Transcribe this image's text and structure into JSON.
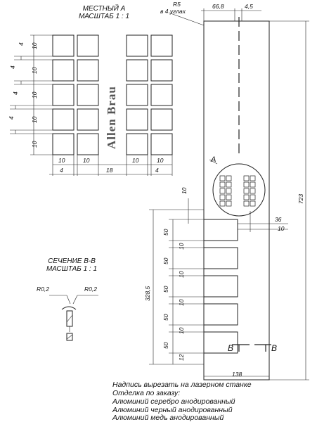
{
  "view_a": {
    "title_line1": "МЕСТНЫЙ А",
    "title_line2": "МАСШТАБ 1 : 1",
    "logo_text": "Allen Brau"
  },
  "section_bb": {
    "title_line1": "СЕЧЕНИЕ В-В",
    "title_line2": "МАСШТАБ 1 : 1",
    "radius_left": "R0,2",
    "radius_right": "R0,2"
  },
  "dimensions": {
    "corner_radius": "R5",
    "corner_note": "в 4 углах",
    "top_width": "66,8",
    "slot_width": "4,5",
    "height_total": "723",
    "offset_right": "36",
    "gap_right": "10",
    "gap_top": "10",
    "box_height": "50",
    "box_gap": "10",
    "bottom_gap": "12",
    "group_height": "328,5",
    "group_width": "138",
    "grid_cell": "10",
    "grid_gap": "4",
    "grid_mid": "18"
  },
  "labels": {
    "view_marker": "А",
    "section_left": "В",
    "section_right": "В"
  },
  "notes": [
    "Надпись вырезать на лазерном станке",
    "Отделка по заказу:",
    "Алюминий серебро анодированный",
    "Алюминий черный анодированный",
    "Алюминий медь анодированный"
  ]
}
